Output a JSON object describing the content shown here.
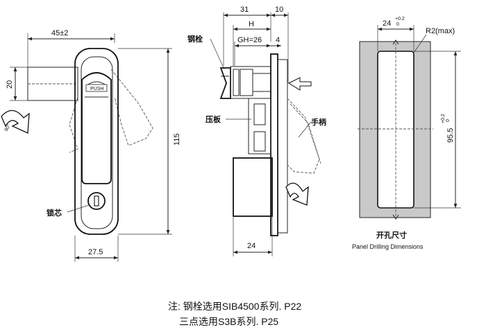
{
  "front_view": {
    "dim_width": "45±2",
    "dim_shaft": "20",
    "dim_height": "115",
    "dim_base": "27.5",
    "push_label": "PUSH",
    "rotation_label": "90°",
    "lock_core_label": "锁芯"
  },
  "side_view": {
    "dim_overall": "31",
    "dim_plate": "10",
    "dim_h": "H",
    "dim_gh": "GH=26",
    "dim_gap": "4",
    "dim_bottom": "24",
    "bolt_label": "钢栓",
    "press_plate_label": "压板",
    "handle_label": "手柄"
  },
  "cutout": {
    "dim_width": "24",
    "dim_width_tol_upper": "+0.2",
    "dim_width_tol_lower": "0",
    "dim_radius": "R2(max)",
    "dim_height": "95.5",
    "dim_height_tol_upper": "+0.2",
    "dim_height_tol_lower": "0",
    "title_cn": "开孔尺寸",
    "title_en": "Panel Drilling Dimensions"
  },
  "notes": {
    "line1": "注: 钢栓选用SIB4500系列. P22",
    "line2": "三点选用S3B系列. P25"
  }
}
